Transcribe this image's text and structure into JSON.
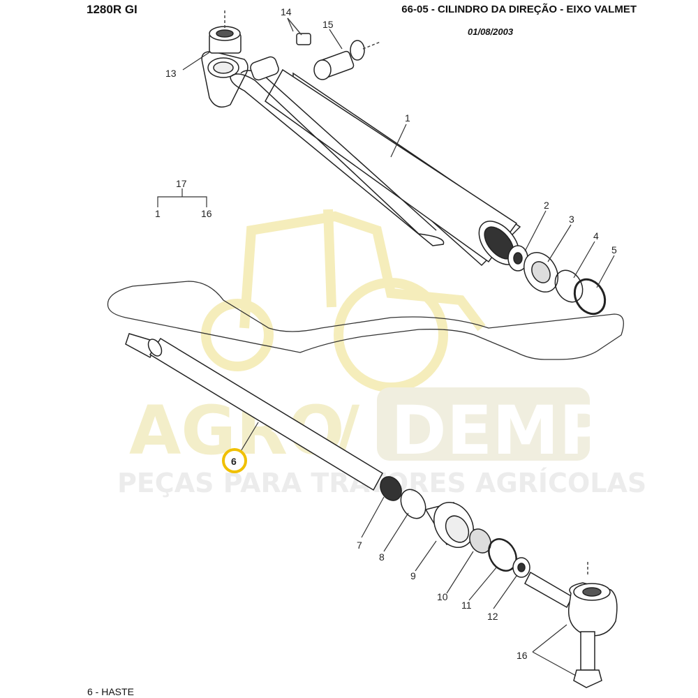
{
  "header": {
    "model": "1280R GI",
    "title": "66-05 - CILINDRO DA DIREÇÃO - EIXO VALMET",
    "date": "01/08/2003"
  },
  "watermark": {
    "brand_left": "AGRO",
    "separator": "/",
    "brand_right": "DEMP",
    "tagline": "PEÇAS PARA TRATORES AGRÍCOLAS",
    "color": "#f3e9a6"
  },
  "callouts": [
    "1",
    "2",
    "3",
    "4",
    "5",
    "6",
    "7",
    "8",
    "9",
    "10",
    "11",
    "12",
    "13",
    "14",
    "15",
    "16",
    "17"
  ],
  "assembly_group": {
    "label": "17",
    "left": "1",
    "right": "16"
  },
  "highlight": {
    "label": "6",
    "color": "#f0c000"
  },
  "footer": {
    "caption": "6 - HASTE"
  }
}
